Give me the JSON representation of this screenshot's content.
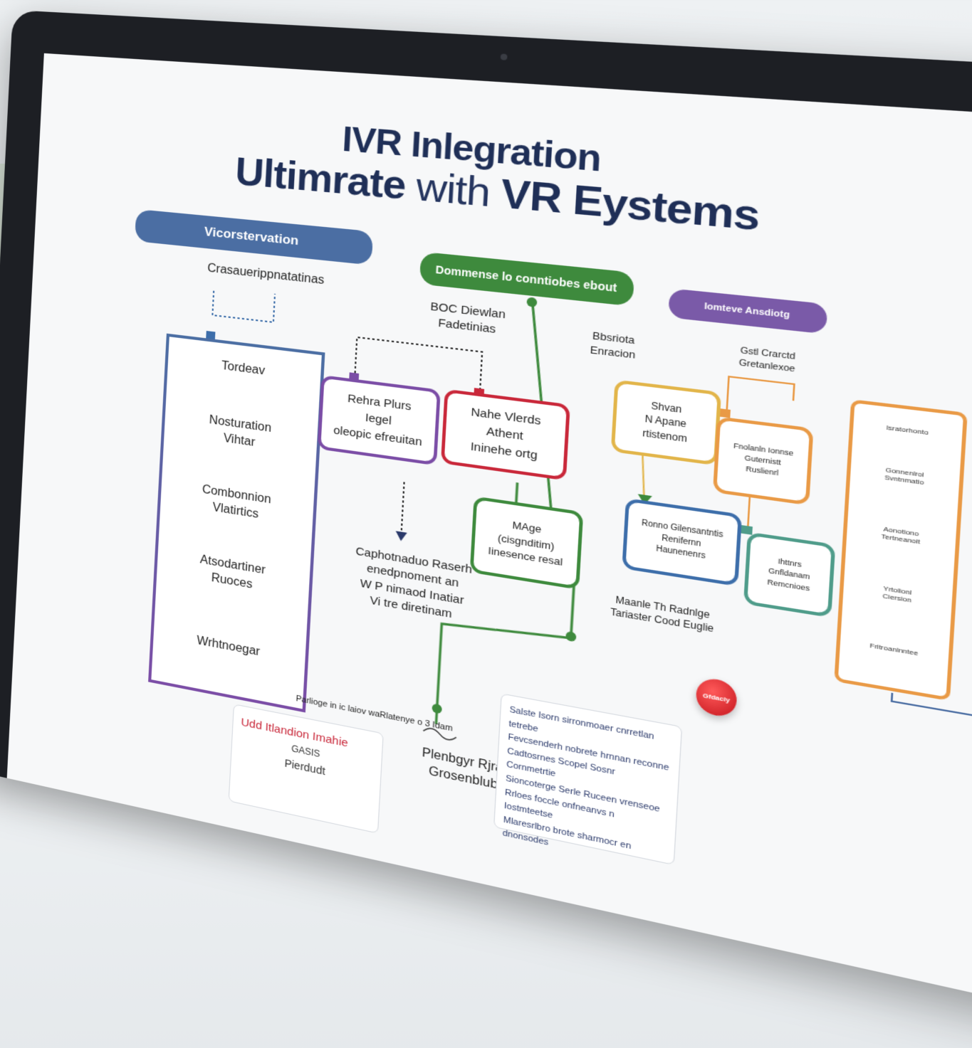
{
  "title": {
    "line1": "IVR Inlegration",
    "line2_bold": "Ultimrate",
    "line2_thin": " with",
    "line2_end": " VR Eystems"
  },
  "lanes": [
    {
      "label": "Vicorstervation",
      "color": "#4b6ea3"
    },
    {
      "label": "Dommense lo conntiobes ebout",
      "color": "#3e8a3d"
    },
    {
      "label": "Iomteve Ansdiotg",
      "color": "#7a5aa8"
    }
  ],
  "captions": {
    "left_top": "Crasauerippnatatinas",
    "mid_top": "BOC Diewlan\nFadetinias",
    "right_top": "Bbsriota\nEnracion",
    "far_right_top": "Gstl Crarctd\nGretanlexoe",
    "mid_bottom": "Caphotnaduo Raserh\nenedpnoment an\nW P nimaod Inatiar\nVi tre diretinam",
    "green_bottom": "Maanle Th Radnlge\nTariaster Cood Euglie",
    "footer_note": "Parlioge in ic laiov waRlatenye o 3 Idam",
    "footer_right": "Plenbgyr Rjratan\nGrosenbluboe",
    "footer_box_title": "Udd Itlandion Imahie",
    "footer_box_sub": "GASIS",
    "footer_box_end": "Pierdudt"
  },
  "column_items": [
    "Tordeav",
    "Nosturation\nVihtar",
    "Combonnion\nVlatirtics",
    "Atsodartiner\nRuoces",
    "Wrhtnoegar"
  ],
  "nodes": {
    "purple": "Rehra Plurs\nIegel\noleopic efreuitan",
    "red": "Nahe Vlerds\nAthent\nIninehe ortg",
    "green": "MAge\n(cisgnditim)\nIinesence resal",
    "yellow": "Shvan\nN Apane\nrtistenom",
    "blue": "Ronno Gilensantntis\nRenifernn\nHaunenenrs",
    "orange": "Fnolanln Ionnse\nGuternistt\nRuslienrl",
    "teal": "Ihttnrs\nGnfldanam\nRemcnioes"
  },
  "right_col_items": [
    "Isratorhonto",
    "Gonnenlrol\nSvntnmatio",
    "Aonotiono\nTertneanoit",
    "Yrtolionl\nCiersion",
    "Fritroanlnntee"
  ],
  "badge": "Gfdaciy",
  "doc_lines": [
    "Salste Isorn sirronmoaer cnrretlan tetrebe",
    "Fevcsenderh nobrete hrnnan reconne",
    "Cadtosrnes Scopel Sosnr Cornmetrtie",
    "Sioncoterge Serle Ruceen vrenseoe",
    "Rrloes foccle onfneanvs n Iostmteetse",
    "Mlaresrlbro brote sharmocr en dnonsodes"
  ]
}
